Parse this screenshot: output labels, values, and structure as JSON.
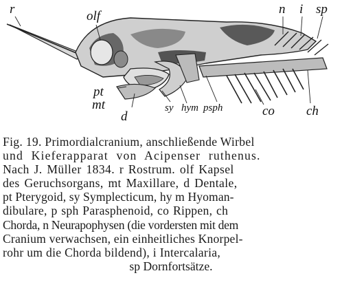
{
  "figure": {
    "labels": {
      "r": "r",
      "olf": "olf",
      "n": "n",
      "i": "i",
      "sp": "sp",
      "pt": "pt",
      "mt": "mt",
      "d": "d",
      "sy": "sy",
      "hym": "hym",
      "psph": "psph",
      "co": "co",
      "ch": "ch"
    }
  },
  "caption": {
    "lines": [
      "Fig. 19. Primordialcranium, anschließende Wirbel",
      "und Kieferapparat von Acipenser ruthenus.",
      "Nach J. Müller 1834. r Rostrum. olf Kapsel",
      "des Geruchsorgans, mt Maxillare, d Dentale,",
      "pt Pterygoid, sy Symplecticum, hy m Hyoman-",
      "dibulare, p sph Parasphenoid, co Rippen, ch",
      "Chorda, n Neurapophysen (die vordersten mit dem",
      "Cranium verwachsen, ein einheitliches Knorpel-",
      "rohr um die Chorda bildend), i Intercalaria,",
      "sp Dornfortsätze."
    ]
  }
}
